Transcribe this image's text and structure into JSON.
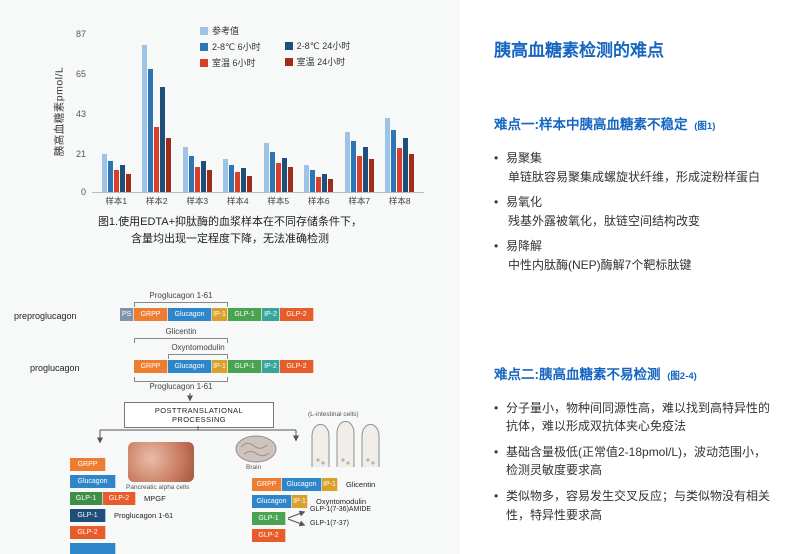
{
  "palette": {
    "accent_blue": "#1666c1",
    "panel_bg": "#f7f8f8",
    "text_dark": "#333333"
  },
  "chart_data": {
    "type": "bar",
    "title": "",
    "ylabel": "胰高血糖素pmol/L",
    "xlabel": "",
    "ylim": [
      0,
      87
    ],
    "yticks": [
      0,
      21,
      43,
      65,
      87
    ],
    "grid": false,
    "legend_position": "top",
    "categories": [
      "样本1",
      "样本2",
      "样本3",
      "样本4",
      "样本5",
      "样本6",
      "样本7",
      "样本8"
    ],
    "series": [
      {
        "name": "参考值",
        "color": "#9dc3e6",
        "values": [
          21,
          81,
          25,
          18,
          27,
          15,
          33,
          41
        ]
      },
      {
        "name": "2-8℃ 6小时",
        "color": "#2e75b6",
        "values": [
          17,
          68,
          20,
          15,
          22,
          12,
          28,
          34
        ]
      },
      {
        "name": "室温 6小时",
        "color": "#d9402a",
        "values": [
          12,
          36,
          14,
          11,
          16,
          8,
          20,
          24
        ]
      },
      {
        "name": "2-8℃ 24小时",
        "color": "#1f4e79",
        "values": [
          15,
          58,
          17,
          13,
          19,
          10,
          25,
          30
        ]
      },
      {
        "name": "室温 24小时",
        "color": "#a02c1c",
        "values": [
          10,
          30,
          12,
          9,
          14,
          7,
          18,
          21
        ]
      }
    ],
    "caption": [
      "图1.使用EDTA+抑肽酶的血浆样本在不同存储条件下，",
      "含量均出现一定程度下降，无法准确检测"
    ]
  },
  "diagram": {
    "row1_label": "preproglucagon",
    "row1_bracket": "Proglucagon 1-61",
    "row1_segs": [
      {
        "t": "PS",
        "c": "#8093ad",
        "w": 14
      },
      {
        "t": "GRPP",
        "c": "#ed7d31",
        "w": 34
      },
      {
        "t": "Glucagon",
        "c": "#2e86c8",
        "w": 44
      },
      {
        "t": "IP-1",
        "c": "#d9a02c",
        "w": 16
      },
      {
        "t": "GLP-1",
        "c": "#4aa350",
        "w": 34
      },
      {
        "t": "IP-2",
        "c": "#38a59b",
        "w": 18
      },
      {
        "t": "GLP-2",
        "c": "#e85c2b",
        "w": 34
      }
    ],
    "row2_label": "proglucagon",
    "bracket_glicentin": "Glicentin",
    "bracket_oxyntomodulin": "Oxyntomodulin",
    "row2_bracket_bottom": "Proglucagon 1-61",
    "row2_segs": [
      {
        "t": "GRPP",
        "c": "#ed7d31",
        "w": 34
      },
      {
        "t": "Glucagon",
        "c": "#2e86c8",
        "w": 44
      },
      {
        "t": "IP-1",
        "c": "#d9a02c",
        "w": 16
      },
      {
        "t": "GLP-1",
        "c": "#4aa350",
        "w": 34
      },
      {
        "t": "IP-2",
        "c": "#38a59b",
        "w": 18
      },
      {
        "t": "GLP-2",
        "c": "#e85c2b",
        "w": 34
      }
    ],
    "processing_line1": "POSTTRANSLATIONAL",
    "processing_line2": "PROCESSING",
    "pancreas_caption": "Pancreatic alpha cells",
    "brain_caption": "Brain",
    "intestine_caption": "(L-intestinal cells)",
    "left_rows": [
      {
        "label": "",
        "segs": [
          {
            "t": "GRPP",
            "c": "#ed7d31",
            "w": 36
          }
        ]
      },
      {
        "label": "",
        "segs": [
          {
            "t": "Glucagon",
            "c": "#2e86c8",
            "w": 46
          }
        ]
      },
      {
        "label": "MPGF",
        "segs": [
          {
            "t": "GLP-1",
            "c": "#3e8e4a",
            "w": 33
          },
          {
            "t": "GLP-2",
            "c": "#e85c2b",
            "w": 33
          }
        ]
      },
      {
        "label": "Proglucagon 1-61",
        "segs": [
          {
            "t": "GLP-1",
            "c": "#1f4e79",
            "w": 36
          }
        ]
      },
      {
        "label": "",
        "segs": [
          {
            "t": "GLP-2",
            "c": "#e85c2b",
            "w": 36
          }
        ]
      },
      {
        "label": "",
        "segs": [
          {
            "t": "",
            "c": "#2e86c8",
            "w": 46
          }
        ]
      }
    ],
    "right_rows": [
      {
        "label": "Glicentin",
        "segs": [
          {
            "t": "GRPP",
            "c": "#ed7d31",
            "w": 30
          },
          {
            "t": "Glucagon",
            "c": "#2e86c8",
            "w": 40
          },
          {
            "t": "IP-1",
            "c": "#d9a02c",
            "w": 16
          }
        ]
      },
      {
        "label": "Oxyntomodulin",
        "segs": [
          {
            "t": "Glucagon",
            "c": "#2e86c8",
            "w": 40
          },
          {
            "t": "IP-1",
            "c": "#d9a02c",
            "w": 16
          }
        ]
      },
      {
        "label": "",
        "segs": [
          {
            "t": "GLP-1",
            "c": "#4aa350",
            "w": 34
          }
        ]
      },
      {
        "label": "",
        "segs": [
          {
            "t": "GLP-2",
            "c": "#e85c2b",
            "w": 34
          }
        ]
      }
    ],
    "glp1_products": [
      "GLP-1(7-36)AMIDE",
      "GLP-1(7-37)"
    ]
  },
  "right": {
    "title": "胰高血糖素检测的难点",
    "sections": [
      {
        "heading": "难点一:样本中胰高血糖素不稳定",
        "fig": "(图1)",
        "items": [
          {
            "head": "易聚集",
            "detail": "单链肽容易聚集成螺旋状纤维，形成淀粉样蛋白"
          },
          {
            "head": "易氧化",
            "detail": "残基外露被氧化，肽链空间结构改变"
          },
          {
            "head": "易降解",
            "detail": "中性内肽酶(NEP)酶解7个靶标肽键"
          }
        ]
      },
      {
        "heading": "难点二:胰高血糖素不易检测",
        "fig": "(图2-4)",
        "items": [
          {
            "head": "分子量小，物种间同源性高，难以找到高特异性的抗体，难以形成双抗体夹心免疫法",
            "detail": ""
          },
          {
            "head": "基础含量极低(正常值2-18pmol/L)，波动范围小，检测灵敏度要求高",
            "detail": ""
          },
          {
            "head": "类似物多，容易发生交叉反应；与类似物没有相关性，特异性要求高",
            "detail": ""
          }
        ]
      }
    ]
  }
}
